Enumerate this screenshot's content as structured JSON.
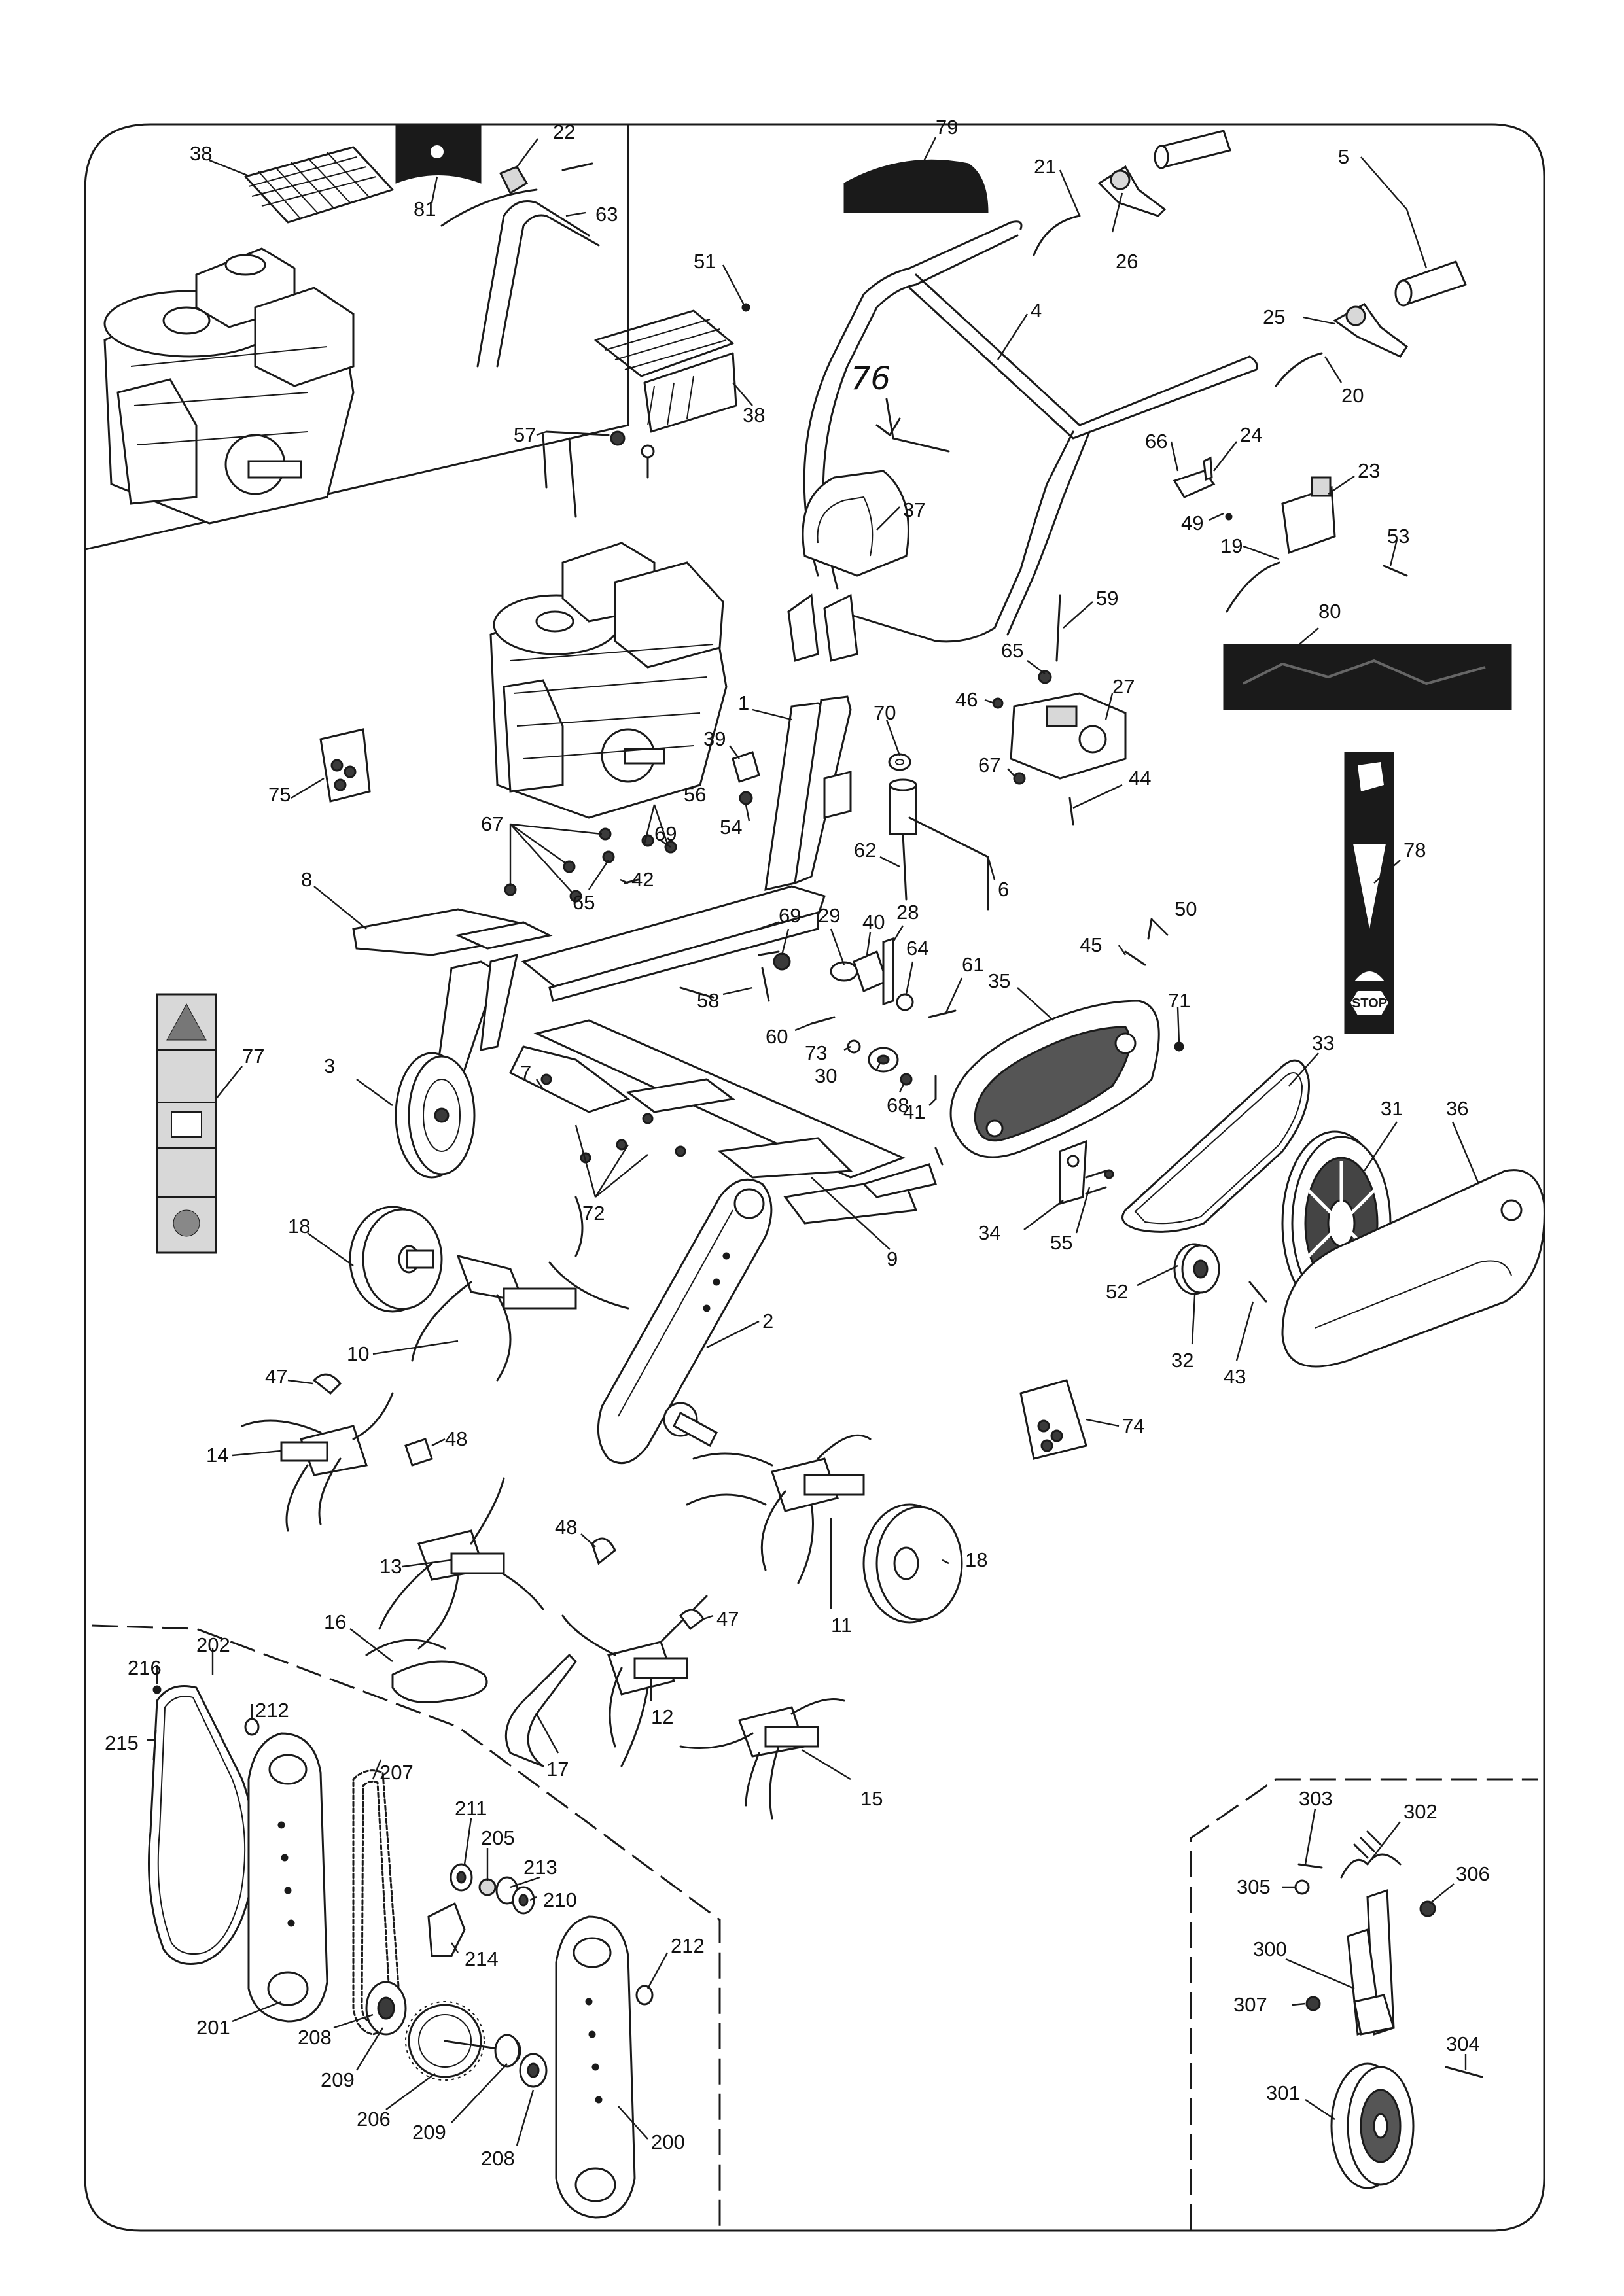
{
  "diagram": {
    "handwritten_note": "76",
    "stop_sign_text": "STOP",
    "callouts": [
      "38",
      "81",
      "22",
      "63",
      "51",
      "38",
      "57",
      "79",
      "21",
      "26",
      "4",
      "5",
      "25",
      "20",
      "66",
      "24",
      "49",
      "23",
      "19",
      "53",
      "37",
      "76",
      "59",
      "80",
      "65",
      "46",
      "27",
      "67",
      "44",
      "70",
      "1",
      "39",
      "54",
      "56",
      "69",
      "67",
      "65",
      "42",
      "75",
      "8",
      "62",
      "6",
      "69",
      "29",
      "40",
      "28",
      "64",
      "61",
      "58",
      "60",
      "73",
      "30",
      "68",
      "41",
      "35",
      "71",
      "33",
      "45",
      "50",
      "78",
      "77",
      "3",
      "7",
      "72",
      "9",
      "34",
      "55",
      "31",
      "36",
      "52",
      "32",
      "43",
      "18",
      "10",
      "2",
      "47",
      "14",
      "48",
      "74",
      "13",
      "48",
      "11",
      "18",
      "16",
      "47",
      "12",
      "17",
      "15",
      "202",
      "216",
      "212",
      "215",
      "207",
      "211",
      "205",
      "213",
      "210",
      "214",
      "212",
      "201",
      "208",
      "209",
      "206",
      "209",
      "208",
      "200",
      "303",
      "302",
      "305",
      "306",
      "300",
      "307",
      "304",
      "301"
    ]
  }
}
